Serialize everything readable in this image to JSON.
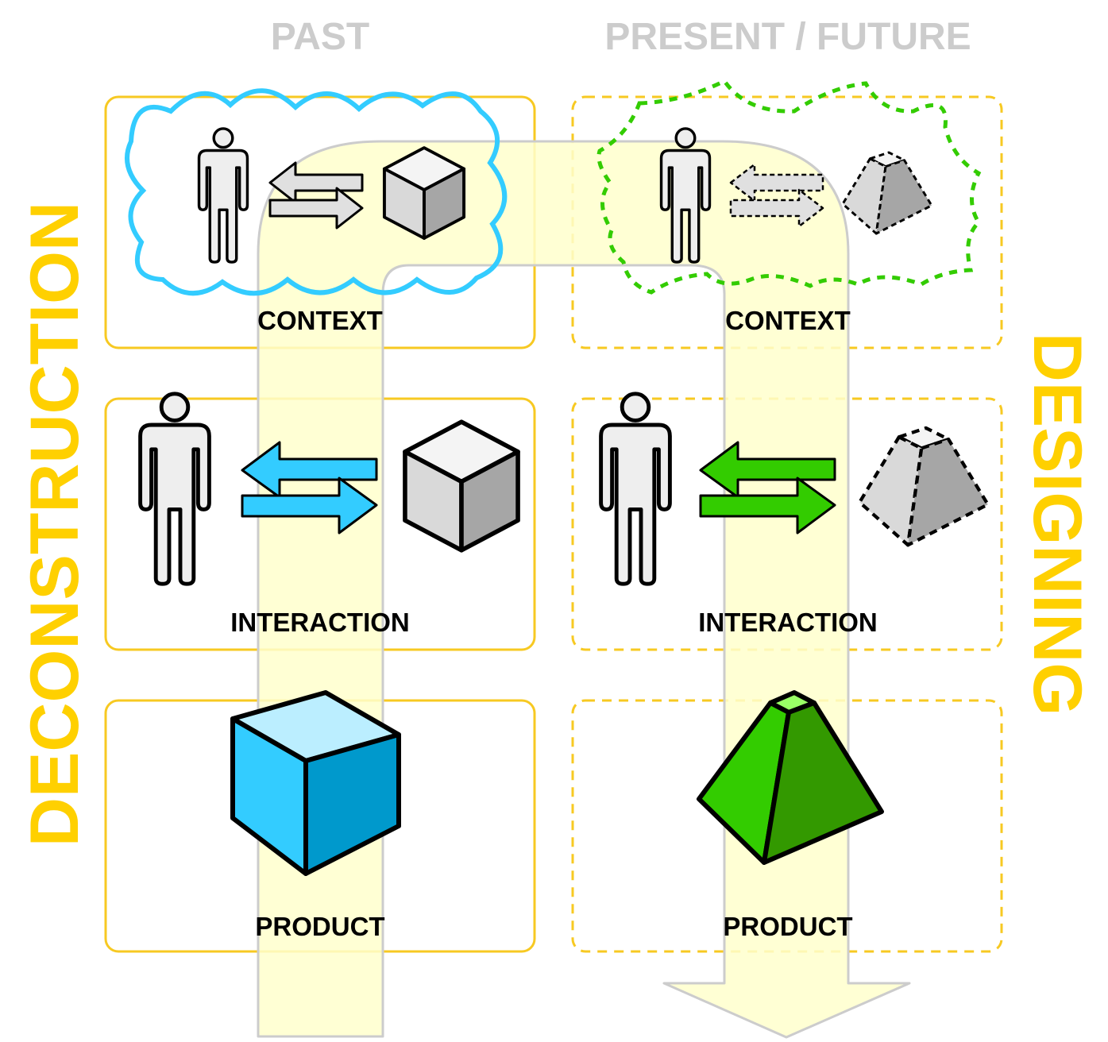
{
  "columns": {
    "past": "PAST",
    "present_future": "PRESENT / FUTURE"
  },
  "side_labels": {
    "left": "DECONSTRUCTION",
    "right": "DESIGNING"
  },
  "cells": {
    "past_context": "CONTEXT",
    "past_interaction": "INTERACTION",
    "past_product": "PRODUCT",
    "future_context": "CONTEXT",
    "future_interaction": "INTERACTION",
    "future_product": "PRODUCT"
  },
  "colors": {
    "frame": "#f7c922",
    "side_label": "#ffd000",
    "column_heading": "#cccccc",
    "flow_band": "#ffffcc",
    "past_accent": "#33ccff",
    "future_accent": "#33cc00"
  },
  "icons": {
    "person": "person-icon",
    "cube": "cube-icon",
    "frustum": "frustum-icon",
    "exchange": "bidirectional-arrows-icon",
    "flow": "u-turn-arrow-icon"
  }
}
